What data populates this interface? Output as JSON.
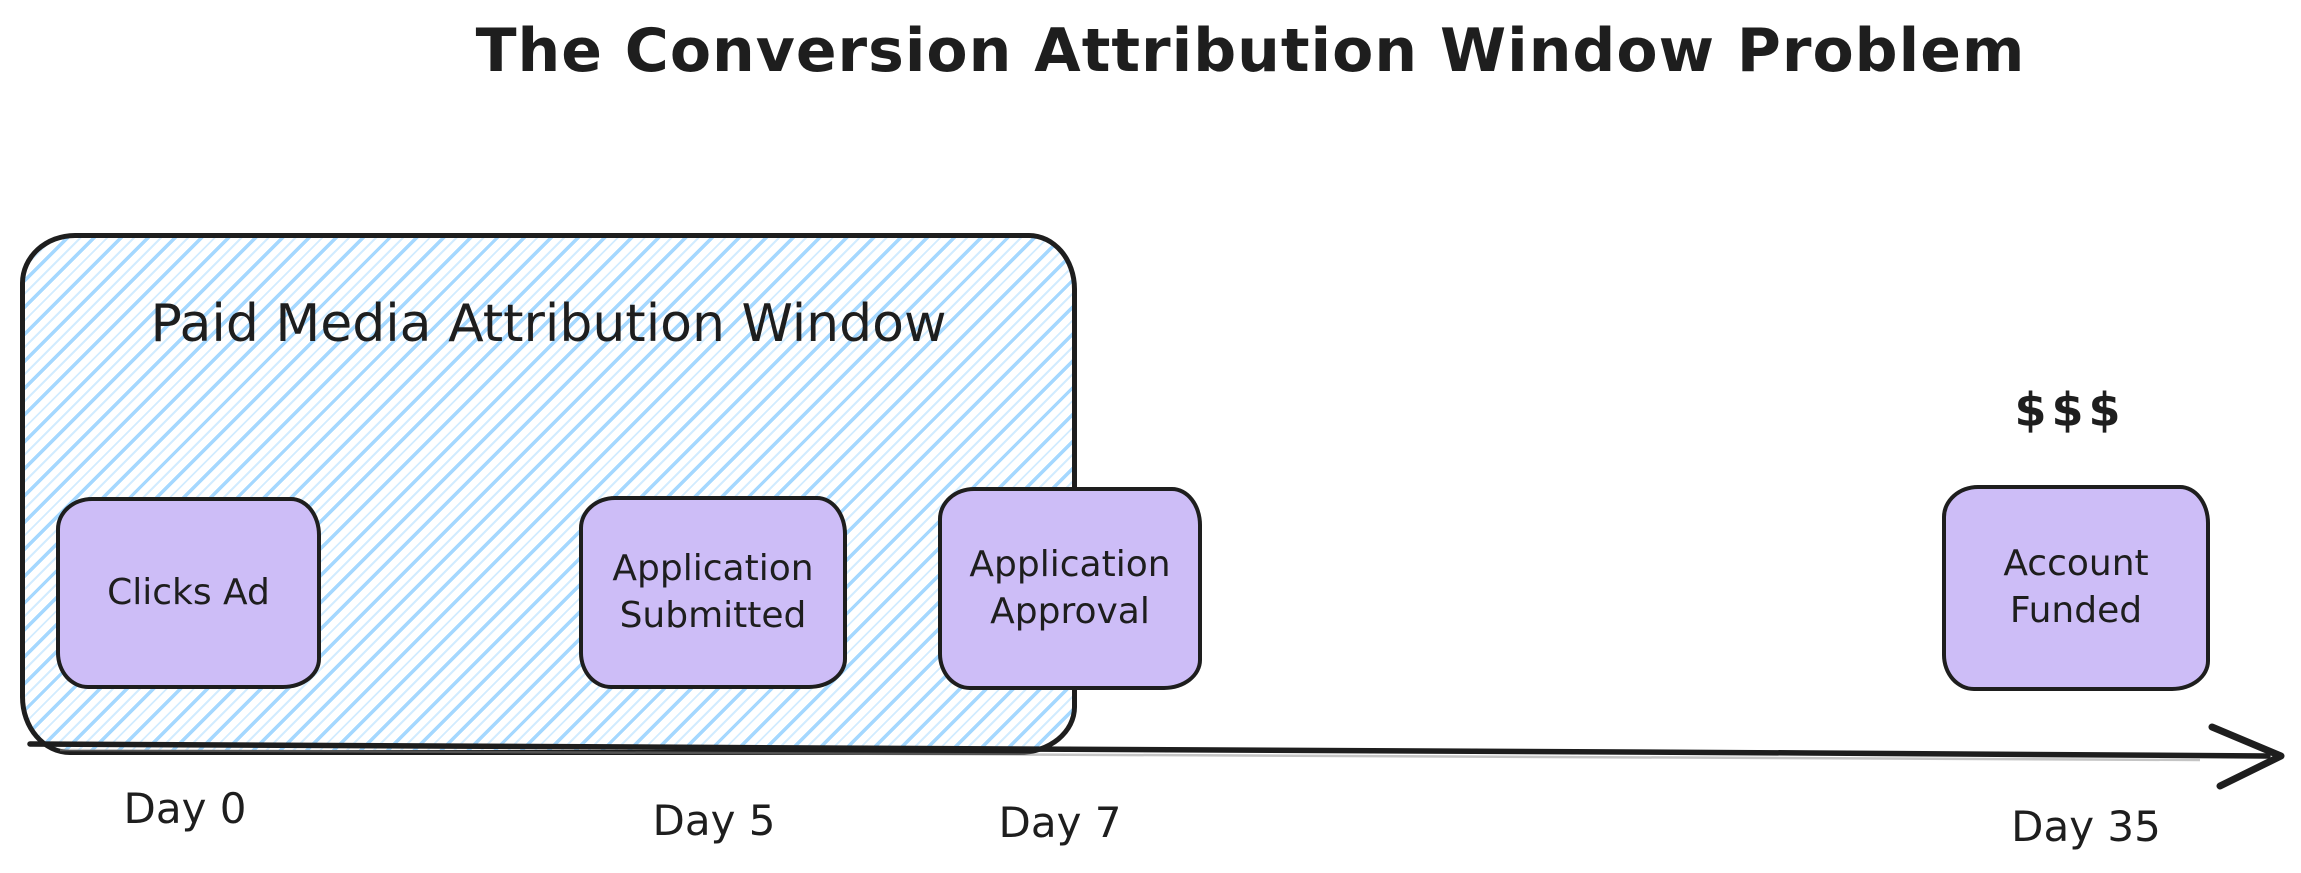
{
  "title": "The Conversion Attribution Window Problem",
  "attribution_window": {
    "label": "Paid Media Attribution Window"
  },
  "events": [
    {
      "label": "Clicks Ad"
    },
    {
      "label": "Application Submitted"
    },
    {
      "label": "Application Approval"
    },
    {
      "label": "Account Funded"
    }
  ],
  "outcome_money_label": "$$$",
  "timeline": {
    "day_labels": [
      "Day 0",
      "Day 5",
      "Day 7",
      "Day 35"
    ]
  },
  "colors": {
    "ink": "#1e1e1e",
    "event_fill": "#cdbdf7",
    "window_hatch_blue": "#a5d8ff",
    "canvas_bg": "#ffffff"
  }
}
